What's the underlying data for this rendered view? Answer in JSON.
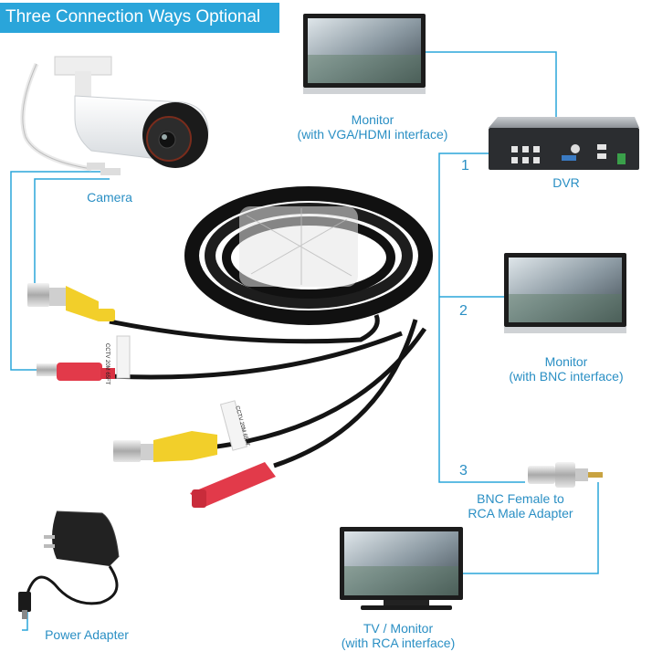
{
  "title": "Three Connection Ways Optional",
  "accent_color": "#2aa5da",
  "label_color": "#2a8fc4",
  "labels": {
    "monitor_vga_line1": "Monitor",
    "monitor_vga_line2": "(with VGA/HDMI interface)",
    "camera": "Camera",
    "dvr": "DVR",
    "monitor_bnc_line1": "Monitor",
    "monitor_bnc_line2": "(with BNC interface)",
    "adapter_line1": "BNC Female to",
    "adapter_line2": "RCA Male Adapter",
    "tv_line1": "TV / Monitor",
    "tv_line2": "(with RCA interface)",
    "power_adapter": "Power Adapter"
  },
  "ways": [
    "1",
    "2",
    "3"
  ],
  "cable_tag_text": "CCTV 20M 65FT"
}
